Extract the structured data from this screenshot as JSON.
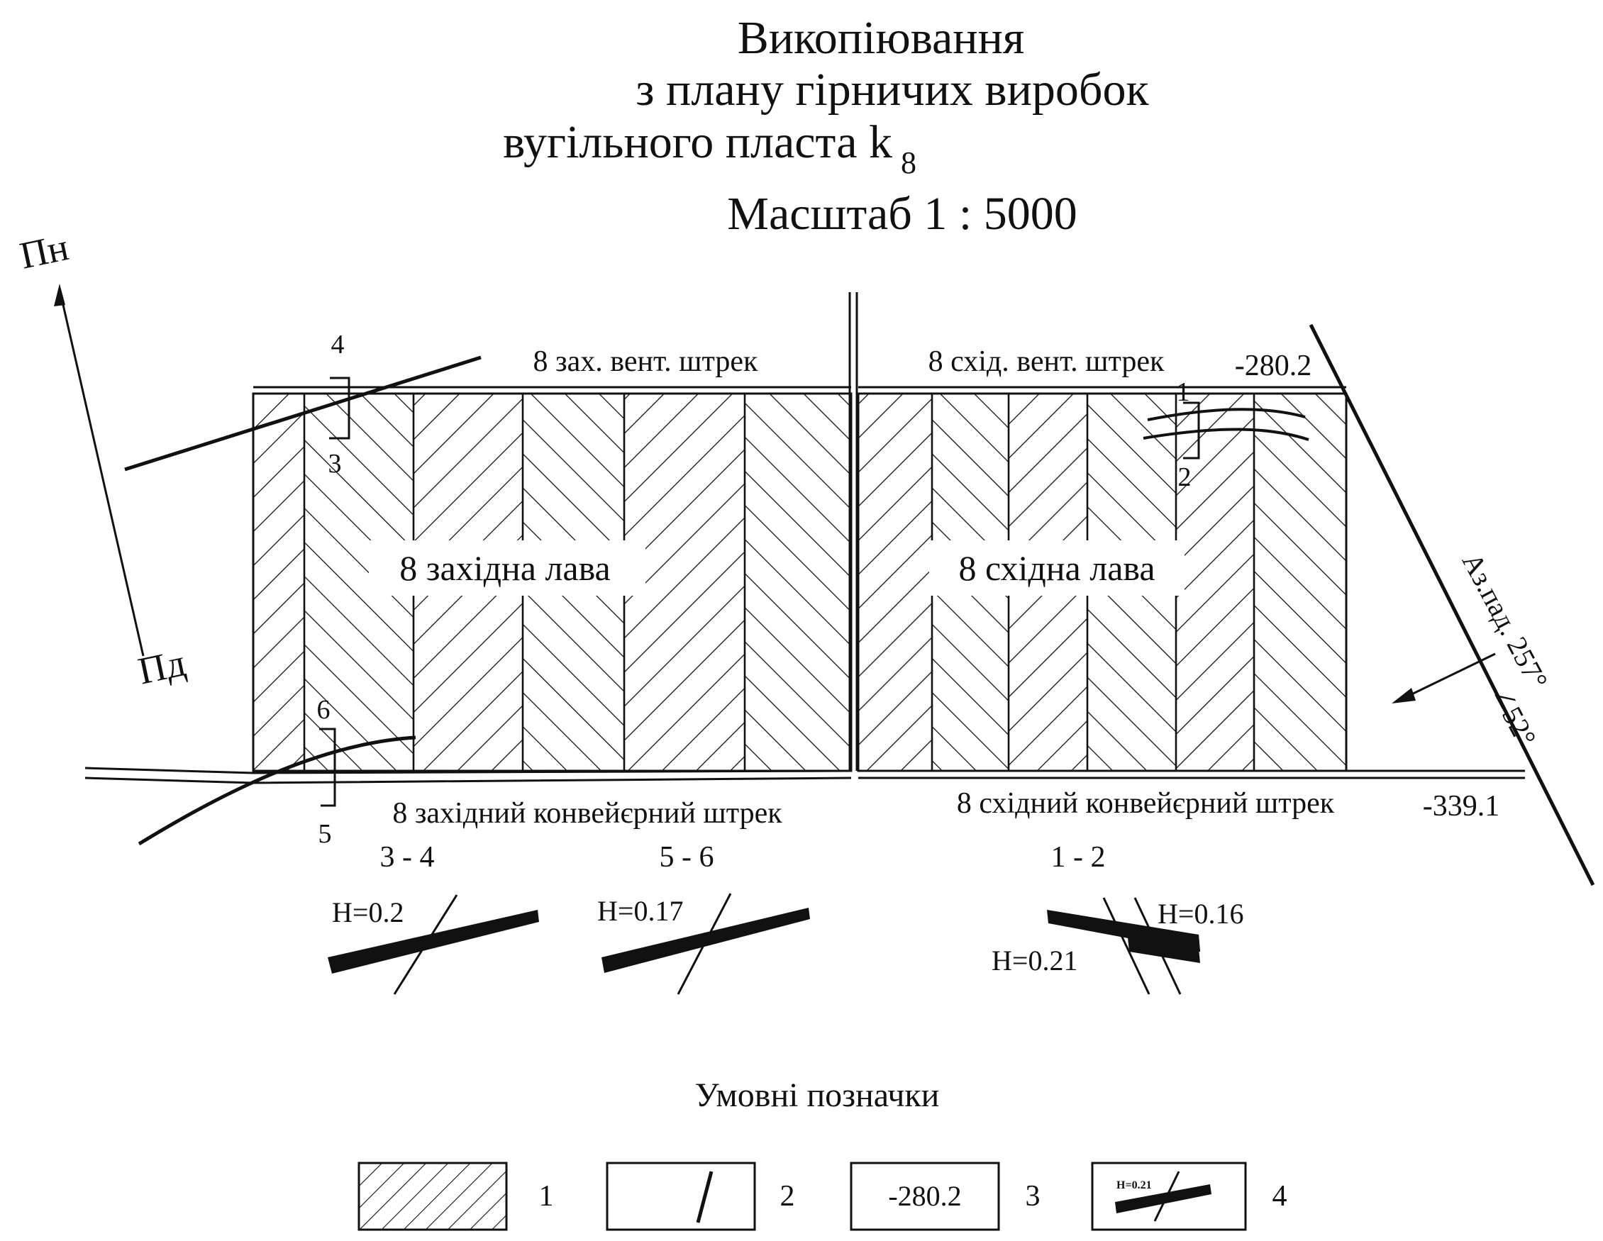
{
  "title": {
    "line1": "Викопіювання",
    "line2": "з плану гірничих виробок",
    "line3": "вугільного пласта k",
    "subscript": "8",
    "scale": "Масштаб 1 : 5000"
  },
  "compass": {
    "north": "Пн",
    "south": "Пд"
  },
  "drifts": {
    "west_vent": "8 зах. вент. штрек",
    "east_vent": "8 схід. вент. штрек",
    "west_conveyor": "8 західний конвейєрний штрек",
    "east_conveyor": "8 східний конвейєрний штрек"
  },
  "longwalls": {
    "west": "8 західна лава",
    "east": "8 східна лава"
  },
  "elevations": {
    "top": "-280.2",
    "bottom": "-339.1"
  },
  "dip": {
    "azimuth": "Аз.пад. 257°",
    "angle": "∠52°"
  },
  "section_marks": [
    "1",
    "2",
    "3",
    "4",
    "5",
    "6"
  ],
  "sections": [
    {
      "id": "3 - 4",
      "h": "H=0.2"
    },
    {
      "id": "5 - 6",
      "h": "H=0.17"
    },
    {
      "id": "1 - 2",
      "h1": "H=0.16",
      "h2": "H=0.21"
    }
  ],
  "legend": {
    "title": "Умовні позначки",
    "items": [
      {
        "num": "1",
        "kind": "hatch"
      },
      {
        "num": "2",
        "kind": "fault"
      },
      {
        "num": "3",
        "kind": "elevation",
        "text": "-280.2"
      },
      {
        "num": "4",
        "kind": "seam-section",
        "text": "H=0.21"
      }
    ]
  }
}
